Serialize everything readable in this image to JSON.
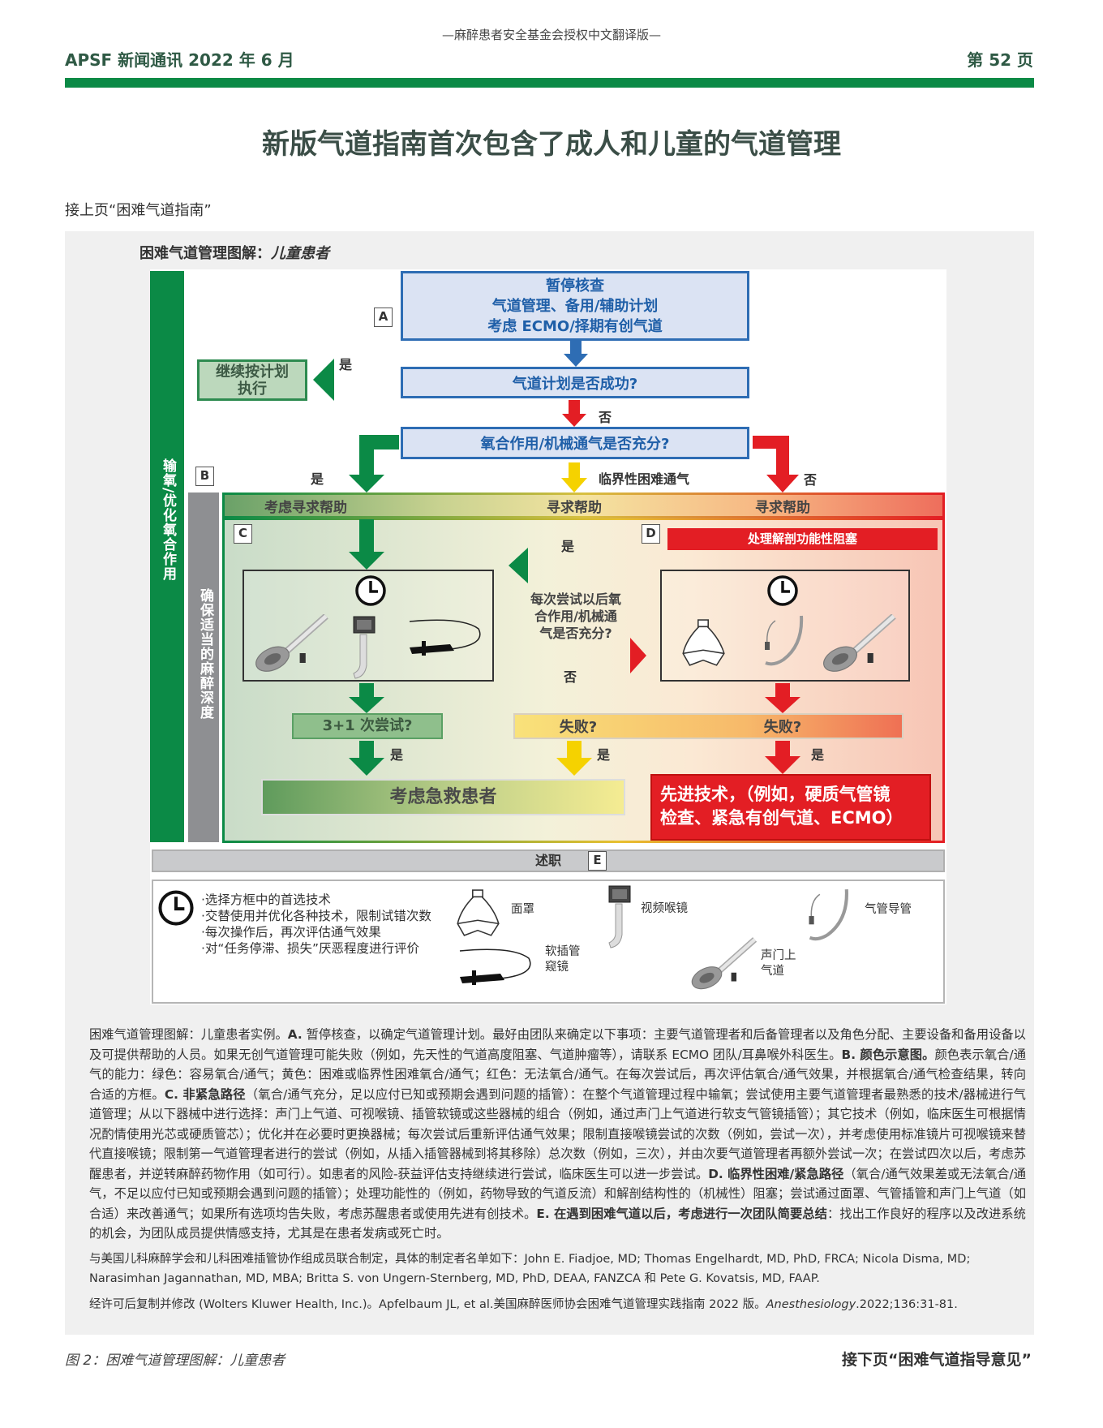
{
  "header": {
    "subtitle": "—麻醉患者安全基金会授权中文翻译版—",
    "newsletter": "APSF 新闻通讯 2022 年 6 月",
    "page": "第 52 页"
  },
  "title": "新版气道指南首次包含了成人和儿童的气道管理",
  "continued_from": "接上页“困难气道指南”",
  "figure": {
    "heading": "困难气道管理图解：",
    "heading_italic": "儿童患者",
    "sidebar_green": "输氧/优化氧合作用",
    "sidebar_gray": "确保适当的麻醉深度",
    "label_a": "A",
    "label_b": "B",
    "label_c": "C",
    "label_d": "D",
    "label_e": "E",
    "box_a": [
      "暂停核查",
      "气道管理、备用/辅助计划",
      "考虑 ECMO/择期有创气道"
    ],
    "q_plan": "气道计划是否成功?",
    "continue_plan": [
      "继续按计划",
      "执行"
    ],
    "q_oxygen": "氧合作用/机械通气是否充分?",
    "yes": "是",
    "no": "否",
    "borderline": "临界性困难通气",
    "zone_heads": [
      "考虑寻求帮助",
      "寻求帮助",
      "寻求帮助"
    ],
    "obstruction": "处理解剖功能性阻塞",
    "reassess": [
      "每次尝试以后氧",
      "合作用/机械通",
      "气是否充分?"
    ],
    "attempts": "3+1 次尝试?",
    "failed": "失败?",
    "wake": "考虑急救患者",
    "advanced": [
      "先进技术，（例如，硬质气管镜",
      "检查、紧急有创气道、ECMO）"
    ],
    "debrief": "述职",
    "legend": {
      "bullets": [
        "·选择方框中的首选技术",
        "·交替使用并优化各种技术，限制试错次数",
        "·每次操作后，再次评估通气效果",
        "·对“任务停滞、损失”厌恶程度进行评价"
      ],
      "mask": "面罩",
      "video": "视频喉镜",
      "ett": "气管导管",
      "fiber": [
        "软插管",
        "窥镜"
      ],
      "sga": [
        "声门上",
        "气道"
      ]
    }
  },
  "caption": {
    "segments": [
      {
        "text": "困难气道管理图解：儿童患者实例。",
        "bold": false
      },
      {
        "text": "A.",
        "bold": true
      },
      {
        "text": " 暂停核查，以确定气道管理计划。最好由团队来确定以下事项：主要气道管理者和后备管理者以及角色分配、主要设备和备用设备以及可提供帮助的人员。如果无创气道管理可能失败（例如，先天性的气道高度阻塞、气道肿瘤等），请联系 ECMO 团队/耳鼻喉外科医生。",
        "bold": false
      },
      {
        "text": "B. 颜色示意图。",
        "bold": true
      },
      {
        "text": "颜色表示氧合/通气的能力：绿色：容易氧合/通气；黄色：困难或临界性困难氧合/通气；红色：无法氧合/通气。在每次尝试后，再次评估氧合/通气效果，并根据氧合/通气检查结果，转向合适的方框。",
        "bold": false
      },
      {
        "text": "C. 非紧急路径",
        "bold": true
      },
      {
        "text": "（氧合/通气充分，足以应付已知或预期会遇到问题的插管）：在整个气道管理过程中输氧；尝试使用主要气道管理者最熟悉的技术/器械进行气道管理；从以下器械中进行选择：声门上气道、可视喉镜、插管软镜或这些器械的组合（例如，通过声门上气道进行软支气管镜插管）；其它技术（例如，临床医生可根据情况酌情使用光芯或硬质管芯）；优化并在必要时更换器械；每次尝试后重新评估通气效果；限制直接喉镜尝试的次数（例如，尝试一次），并考虑使用标准镜片可视喉镜来替代直接喉镜；限制第一气道管理者进行的尝试（例如，从插入插管器械到将其移除）总次数（例如，三次），并由次要气道管理者再额外尝试一次；在尝试四次以后，考虑苏醒患者，并逆转麻醉药物作用（如可行）。如患者的风险-获益评估支持继续进行尝试，临床医生可以进一步尝试。",
        "bold": false
      },
      {
        "text": "D. 临界性困难/紧急路径",
        "bold": true
      },
      {
        "text": "（氧合/通气效果差或无法氧合/通气，不足以应付已知或预期会遇到问题的插管）；处理功能性的（例如，药物导致的气道反流）和解剖结构性的（机械性）阻塞；尝试通过面罩、气管插管和声门上气道（如合适）来改善通气；如果所有选项均告失败，考虑苏醒患者或使用先进有创技术。",
        "bold": false
      },
      {
        "text": "E. 在遇到困难气道以后，考虑进行一次团队简要总结",
        "bold": true
      },
      {
        "text": "：找出工作良好的程序以及改进系统的机会，为团队成员提供情感支持，尤其是在患者发病或死亡时。",
        "bold": false
      }
    ]
  },
  "credits": "与美国儿科麻醉学会和儿科困难插管协作组成员联合制定，具体的制定者名单如下：John E. Fiadjoe, MD; Thomas Engelhardt, MD, PhD, FRCA; Nicola Disma, MD; Narasimhan Jagannathan, MD, MBA; Britta S. von Ungern-Sternberg, MD, PhD, DEAA, FANZCA 和 Pete G. Kovatsis, MD, FAAP.",
  "reprint": {
    "prefix": "经许可后复制并修改 (Wolters Kluwer Health, Inc.)。Apfelbaum JL, et al.美国麻醉医师协会困难气道管理实践指南 2022 版。",
    "journal": "Anesthesiology",
    "suffix": ".2022;136:31-81."
  },
  "footer": {
    "figure_caption": "图 2：困难气道管理图解：儿童患者",
    "continued_to": "接下页“困难气道指导意见”"
  },
  "colors": {
    "green": "#0b8a46",
    "red": "#e31e24",
    "yellow": "#f5d200",
    "blue": "#2e6db4"
  }
}
